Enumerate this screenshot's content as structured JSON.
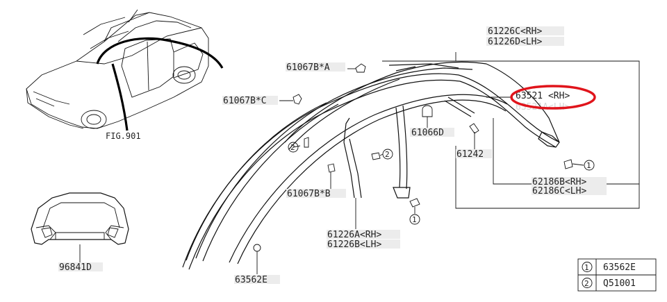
{
  "diagram": {
    "fig_reference": "FIG.901",
    "labels": {
      "p61226C": "61226C<RH>",
      "p61226D": "61226D<LH>",
      "p61067BA": "61067B*A",
      "p61067BC": "61067B*C",
      "p63521RH": "63521 <RH>",
      "p63521LH": "63521A<LH>",
      "p61066": "61066D",
      "p61242": "61242",
      "p62186B": "62186B<RH>",
      "p62186C": "62186C<LH>",
      "p61067BB": "61067B*B",
      "p61226A": "61226A<RH>",
      "p61226B": "61226B<LH>",
      "p63562E": "63562E",
      "p96841D": "96841D"
    },
    "callout_numbers": {
      "one": "1",
      "two": "2"
    },
    "legend": [
      {
        "num": "1",
        "part": "63562E"
      },
      {
        "num": "2",
        "part": "Q51001"
      }
    ],
    "highlight_color": "#e0141b"
  }
}
